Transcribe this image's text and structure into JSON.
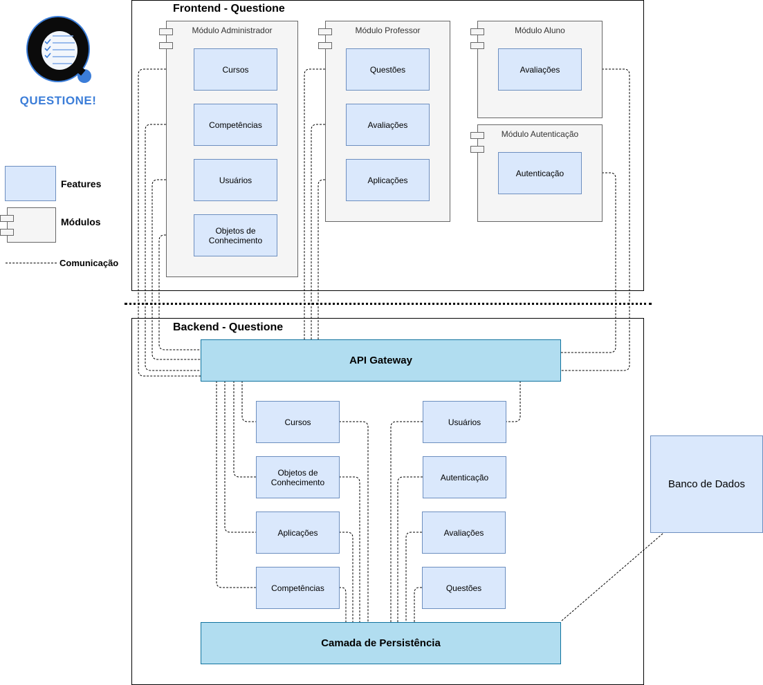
{
  "logo": {
    "text": "QUESTIONE!",
    "icon": "q-checklist-logo",
    "color": "#3b7dd8"
  },
  "legend": {
    "features": "Features",
    "modules": "Módulos",
    "communication": "Comunicação"
  },
  "frontend": {
    "title": "Frontend - Questione",
    "modules": {
      "admin": {
        "title": "Módulo Administrador",
        "features": [
          "Cursos",
          "Competências",
          "Usuários",
          "Objetos de\nConhecimento"
        ]
      },
      "teacher": {
        "title": "Módulo Professor",
        "features": [
          "Questões",
          "Avaliações",
          "Aplicações"
        ]
      },
      "student": {
        "title": "Módulo Aluno",
        "features": [
          "Avaliações"
        ]
      },
      "auth": {
        "title": "Módulo Autenticação",
        "features": [
          "Autenticação"
        ]
      }
    }
  },
  "backend": {
    "title": "Backend - Questione",
    "gateway": "API Gateway",
    "left_services": [
      "Cursos",
      "Objetos de\nConhecimento",
      "Aplicações",
      "Competências"
    ],
    "right_services": [
      "Usuários",
      "Autenticação",
      "Avaliações",
      "Questões"
    ],
    "persistence": "Camada de Persistência"
  },
  "database": "Banco de Dados",
  "colors": {
    "feature_fill": "#dae8fc",
    "feature_stroke": "#6c8ebf",
    "module_fill": "#f5f5f5",
    "module_stroke": "#666666",
    "core_fill": "#b1ddf0",
    "core_stroke": "#10739e"
  }
}
